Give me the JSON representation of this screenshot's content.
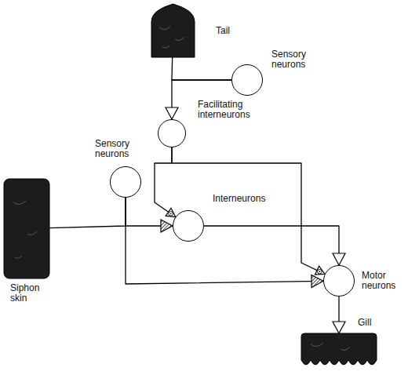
{
  "diagram": {
    "nodes": [
      {
        "text": [
          "Tail"
        ]
      },
      {
        "text": [
          "Sensory neurons"
        ]
      },
      {
        "text": [
          "Facilitating interneurons"
        ]
      },
      {
        "text": [
          "Sensory neurons"
        ]
      },
      {
        "text": [
          "Siphon skin"
        ]
      },
      {
        "text": [
          "Interneurons"
        ]
      },
      {
        "text": [
          "Motor neurons"
        ]
      },
      {
        "text": [
          "Gill"
        ]
      }
    ],
    "edges": [
      {
        "from": 1,
        "to": 0,
        "arrow": "none"
      },
      {
        "from": 1,
        "to": 2,
        "arrow": "to"
      },
      {
        "from": 3,
        "to": 4,
        "arrow": "none"
      },
      {
        "from": 3,
        "to": 5,
        "arrow": "to"
      },
      {
        "from": 3,
        "to": 6,
        "arrow": "to"
      },
      {
        "from": 2,
        "to": 5,
        "arrow": "to"
      },
      {
        "from": 2,
        "to": 6,
        "arrow": "to"
      },
      {
        "from": 5,
        "to": 6,
        "arrow": "to"
      },
      {
        "from": 6,
        "to": 7,
        "arrow": "to"
      }
    ]
  }
}
